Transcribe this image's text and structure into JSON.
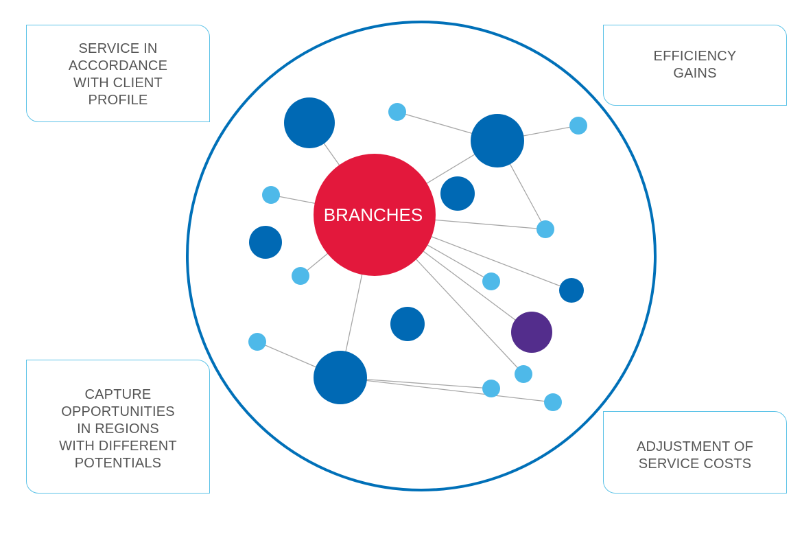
{
  "colors": {
    "outer_ring": "#0070b8",
    "box_border": "#5bc2e7",
    "box_text": "#555555",
    "center_node": "#e3183c",
    "dark_blue_node": "#0069b4",
    "light_blue_node": "#4eb9e9",
    "purple_node": "#532d8c",
    "connector": "#a6a6a6"
  },
  "center": {
    "label": "BRANCHES"
  },
  "boxes": {
    "top_left": "SERVICE IN\nACCORDANCE\nWITH CLIENT\nPROFILE",
    "top_right": "EFFICIENCY\nGAINS",
    "bottom_left": "CAPTURE\nOPPORTUNITIES\nIN REGIONS\nWITH DIFFERENT\nPOTENTIALS",
    "bottom_right": "ADJUSTMENT OF\nSERVICE COSTS"
  }
}
